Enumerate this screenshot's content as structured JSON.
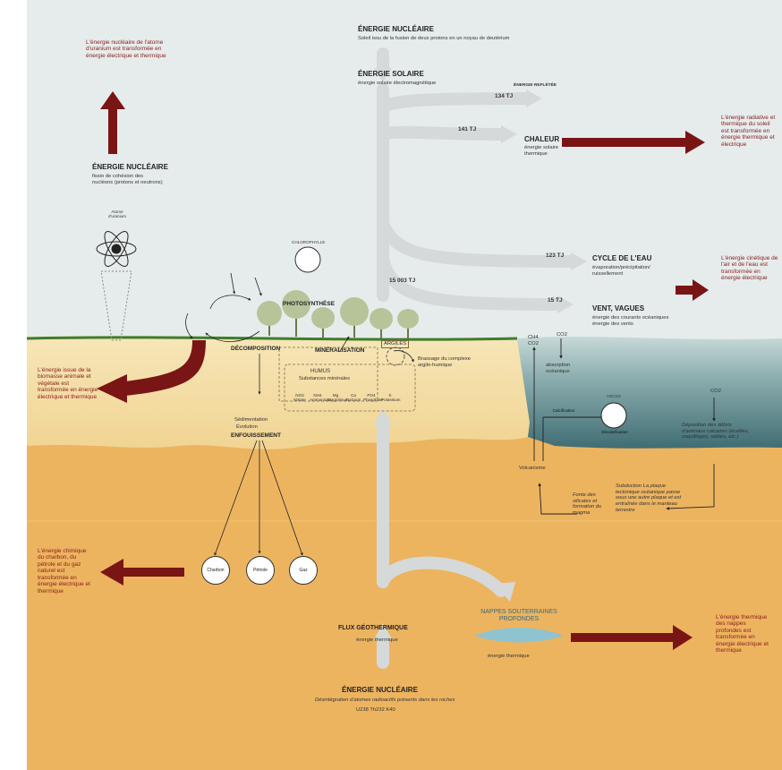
{
  "colors": {
    "sky": "#e6ecec",
    "soil_top": "#f3dfa9",
    "soil_deep": "#edb460",
    "sea_top": "#b9cfcf",
    "sea_deep": "#3f6d74",
    "arrow_dark": "#7a1515",
    "arrow_grey": "#d9dcdc",
    "red_text": "#8a1c1c"
  },
  "top_nuclear": {
    "title": "ÉNERGIE NUCLÉAIRE",
    "desc": "Soleil issu de la fusion de deux protons en un noyau de deutérium"
  },
  "solar": {
    "title": "ÉNERGIE SOLAIRE",
    "desc": "énergie solaire électromagnétique",
    "total_pct": "15 003 TJ",
    "reflected_label": "ÉNERGIE REFLÉTÉE",
    "reflected_pct": "134 TJ"
  },
  "heat": {
    "pct": "141 TJ",
    "title": "CHALEUR",
    "desc": "énergie solaire thermique",
    "conversion": "L'énergie radiative et thermique du soleil est transformée en énergie thermique et électrique"
  },
  "water": {
    "pct": "123 TJ",
    "title": "CYCLE DE L'EAU",
    "desc": "évaporation/précipitation/ ruissellement",
    "conversion": "L'énergie cinétique de l'air et de l'eau est transformée en énergie électrique"
  },
  "wind": {
    "pct": "15 TJ",
    "title": "VENT, VAGUES",
    "desc": "énergie des courants océaniques énergie des vents"
  },
  "left_nuclear": {
    "conversion": "L'énergie nucléaire de l'atome d'uranium est transformée en énergie électrique et thermique",
    "title": "ÉNERGIE NUCLÉAIRE",
    "desc": "fissio de cohésion des nucléons (protons et neutrons)",
    "atom_label": "Atome d'uranium"
  },
  "photosynthese": "PHOTOSYNTHÈSE",
  "chlorophylle": "CHLOROPHYLLE",
  "decomposition": "DÉCOMPOSITION",
  "mineralisation": "MINÉRALISATION",
  "argiles": "ARGILES",
  "humus": {
    "title": "HUMUS",
    "sub": "Substances minérales",
    "minerals": [
      "NO3 Nitrate",
      "NH4 Ammonium",
      "Mg Magnésium",
      "Ca Calcium",
      "PO4 Phosphate",
      "K Potassium"
    ]
  },
  "complexe": "Brassage du complexe argilo-humique",
  "biomass_conversion": "L'énergie issue de la biomasse animale et végétale est transformée en énergie électrique et thermique",
  "sediment": {
    "line1": "Sédimentation",
    "line2": "Évolution",
    "title": "ENFOUISSEMENT"
  },
  "fossils": [
    "Charbon",
    "Pétrole",
    "Gaz"
  ],
  "fossil_conversion": "L'énergie chimique du charbon, du pétrole et du gaz naturel est transformée en énergie électrique et thermique",
  "ocean": {
    "gases": [
      "CH4",
      "CO2"
    ],
    "co2_top": "CO2",
    "absorption": "absorption océanique",
    "co2_deep": "CO2",
    "carbonate_label": "H2CO3",
    "calcification": "Calcification",
    "decalcification": "Décalcification",
    "deposit": "Déposition des débris d'animaux calcaires (écailles, coquillages, sables, etc.)",
    "subduction": "Subduction La plaque tectonique océanique passe sous une autre plaque et est entraînée dans le manteau terrestre",
    "fonte": "Fonte des silicates et formation du magma",
    "volcanisme": "Volcanisme"
  },
  "geothermal": {
    "title": "FLUX GÉOTHERMIQUE",
    "desc": "énergie thermique"
  },
  "nappes": {
    "title": "NAPPES SOUTERRAINES PROFONDES",
    "desc": "énergie thermique",
    "conversion": "L'énergie thermique des nappes profondes est transformée en énergie électrique et thermique"
  },
  "bottom_nuclear": {
    "title": "ÉNERGIE NUCLÉAIRE",
    "desc": "Désintégration d'atomes radioactifs présents dans les roches",
    "isotopes": "U238  Th232  K40"
  }
}
